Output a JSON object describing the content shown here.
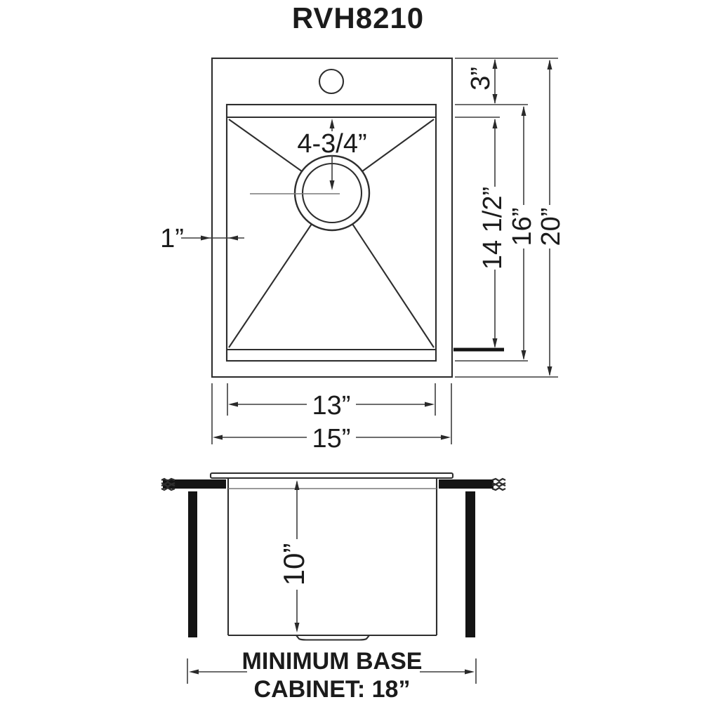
{
  "title": "RVH8210",
  "colors": {
    "ink": "#1b1b1b",
    "object_line": "#2e2e2e",
    "dimension_line": "#3d3d3d",
    "background": "#ffffff"
  },
  "top_view": {
    "faucet_ledge": "3”",
    "bowl_length": "14 1/2”",
    "inner_length": "16”",
    "overall_length": "20”",
    "drain_offset": "4-3/4”",
    "rim_width": "1”",
    "bowl_width": "13”",
    "overall_width": "15”"
  },
  "front_view": {
    "bowl_depth": "10”",
    "cabinet_note_line1": "MINIMUM BASE",
    "cabinet_note_line2": "CABINET: 18”"
  }
}
